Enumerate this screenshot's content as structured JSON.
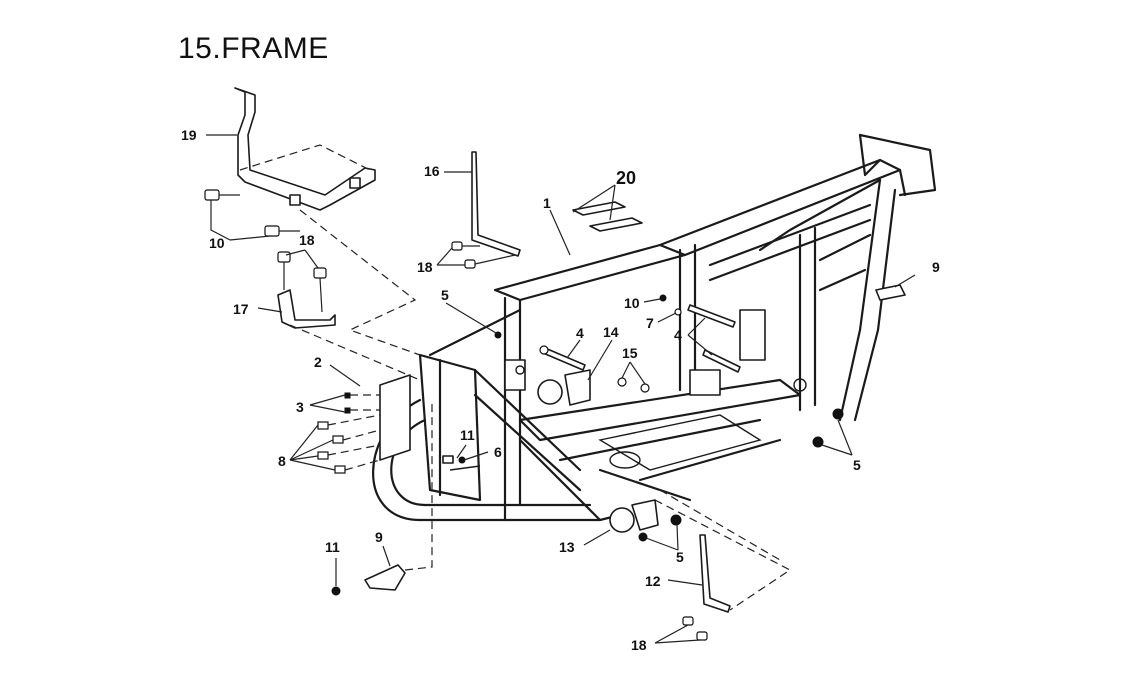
{
  "title": "15.FRAME",
  "callouts": [
    {
      "id": "c1",
      "text": "1"
    },
    {
      "id": "c2",
      "text": "2"
    },
    {
      "id": "c3",
      "text": "3"
    },
    {
      "id": "c4a",
      "text": "4"
    },
    {
      "id": "c4b",
      "text": "4"
    },
    {
      "id": "c5a",
      "text": "5"
    },
    {
      "id": "c5b",
      "text": "5"
    },
    {
      "id": "c5c",
      "text": "5"
    },
    {
      "id": "c6",
      "text": "6"
    },
    {
      "id": "c7",
      "text": "7"
    },
    {
      "id": "c8",
      "text": "8"
    },
    {
      "id": "c9a",
      "text": "9"
    },
    {
      "id": "c9b",
      "text": "9"
    },
    {
      "id": "c10a",
      "text": "10"
    },
    {
      "id": "c10b",
      "text": "10"
    },
    {
      "id": "c11a",
      "text": "11"
    },
    {
      "id": "c11b",
      "text": "11"
    },
    {
      "id": "c12",
      "text": "12"
    },
    {
      "id": "c13",
      "text": "13"
    },
    {
      "id": "c14",
      "text": "14"
    },
    {
      "id": "c15",
      "text": "15"
    },
    {
      "id": "c16",
      "text": "16"
    },
    {
      "id": "c17",
      "text": "17"
    },
    {
      "id": "c18a",
      "text": "18"
    },
    {
      "id": "c18b",
      "text": "18"
    },
    {
      "id": "c18c",
      "text": "18"
    },
    {
      "id": "c19",
      "text": "19"
    },
    {
      "id": "c20",
      "text": "20"
    }
  ]
}
